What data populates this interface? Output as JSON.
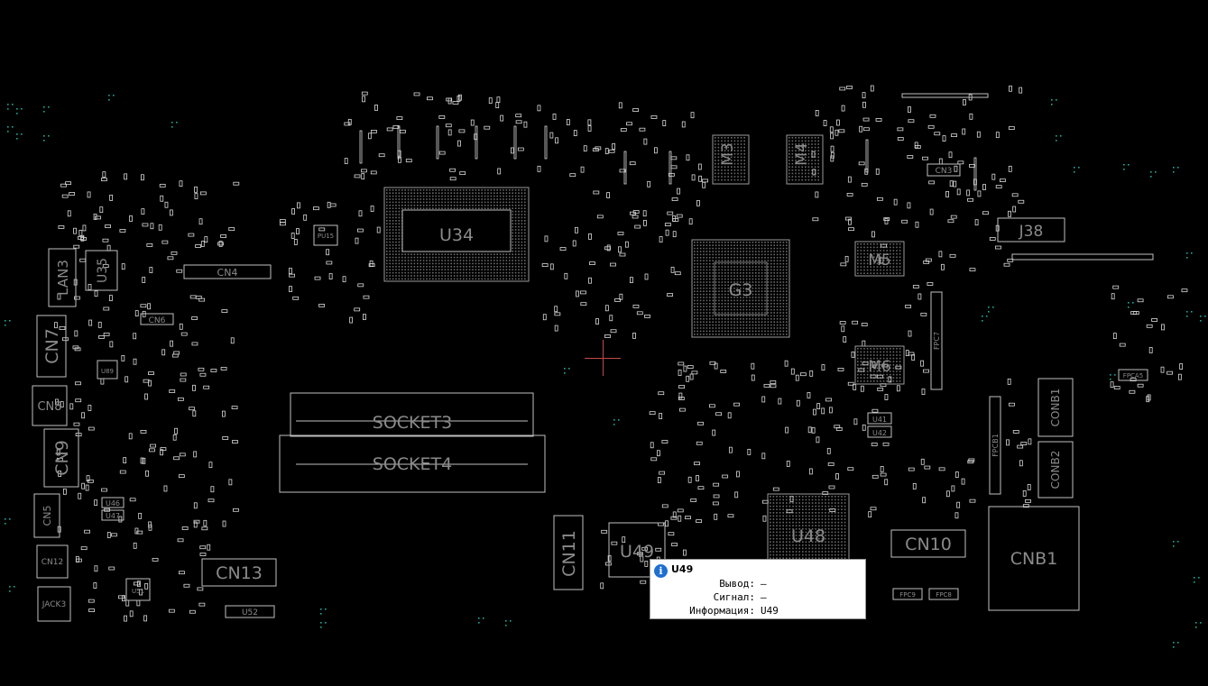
{
  "components": {
    "U34": "U34",
    "G3": "G3",
    "M3": "M3",
    "M4": "M4",
    "M5": "M5",
    "M6": "M6",
    "U48": "U48",
    "U49": "U49",
    "SOCKET3": "SOCKET3",
    "SOCKET4": "SOCKET4",
    "CN4": "CN4",
    "CN6": "CN6",
    "CN7": "CN7",
    "CN8": "CN8",
    "CN9": "CN9",
    "CN3": "CN3",
    "CN5": "CN5",
    "CN10": "CN10",
    "CN11": "CN11",
    "CN12": "CN12",
    "CN13": "CN13",
    "CNB1": "CNB1",
    "CONB1": "CONB1",
    "CONB2": "CONB2",
    "J38": "J38",
    "LAN3": "LAN3",
    "U35": "U35",
    "U41": "U41",
    "U42": "U42",
    "U46": "U46",
    "U47": "U47",
    "U51": "U51",
    "U52": "U52",
    "U89": "U89",
    "PU15": "PU15",
    "JACK3": "JACK3",
    "FPCB1": "FPCB1",
    "FPC7": "FPC7",
    "FPC8": "FPC8",
    "FPC9": "FPC9",
    "FPCA5": "FPCA5"
  },
  "tooltip": {
    "title": "U49",
    "rows": [
      {
        "key": "Вывод:",
        "value": "—"
      },
      {
        "key": "Сигнал:",
        "value": "—"
      },
      {
        "key": "Информация:",
        "value": "U49"
      }
    ]
  },
  "colors": {
    "background": "#000000",
    "outline": "#bfbfbf",
    "label": "#8a8a8a",
    "pad": "#d9d9d9",
    "via": "#1fa89a",
    "cursor": "#c24a4a",
    "info_icon": "#1f6fd1"
  },
  "icons": {
    "tooltip_icon": "info-icon"
  }
}
